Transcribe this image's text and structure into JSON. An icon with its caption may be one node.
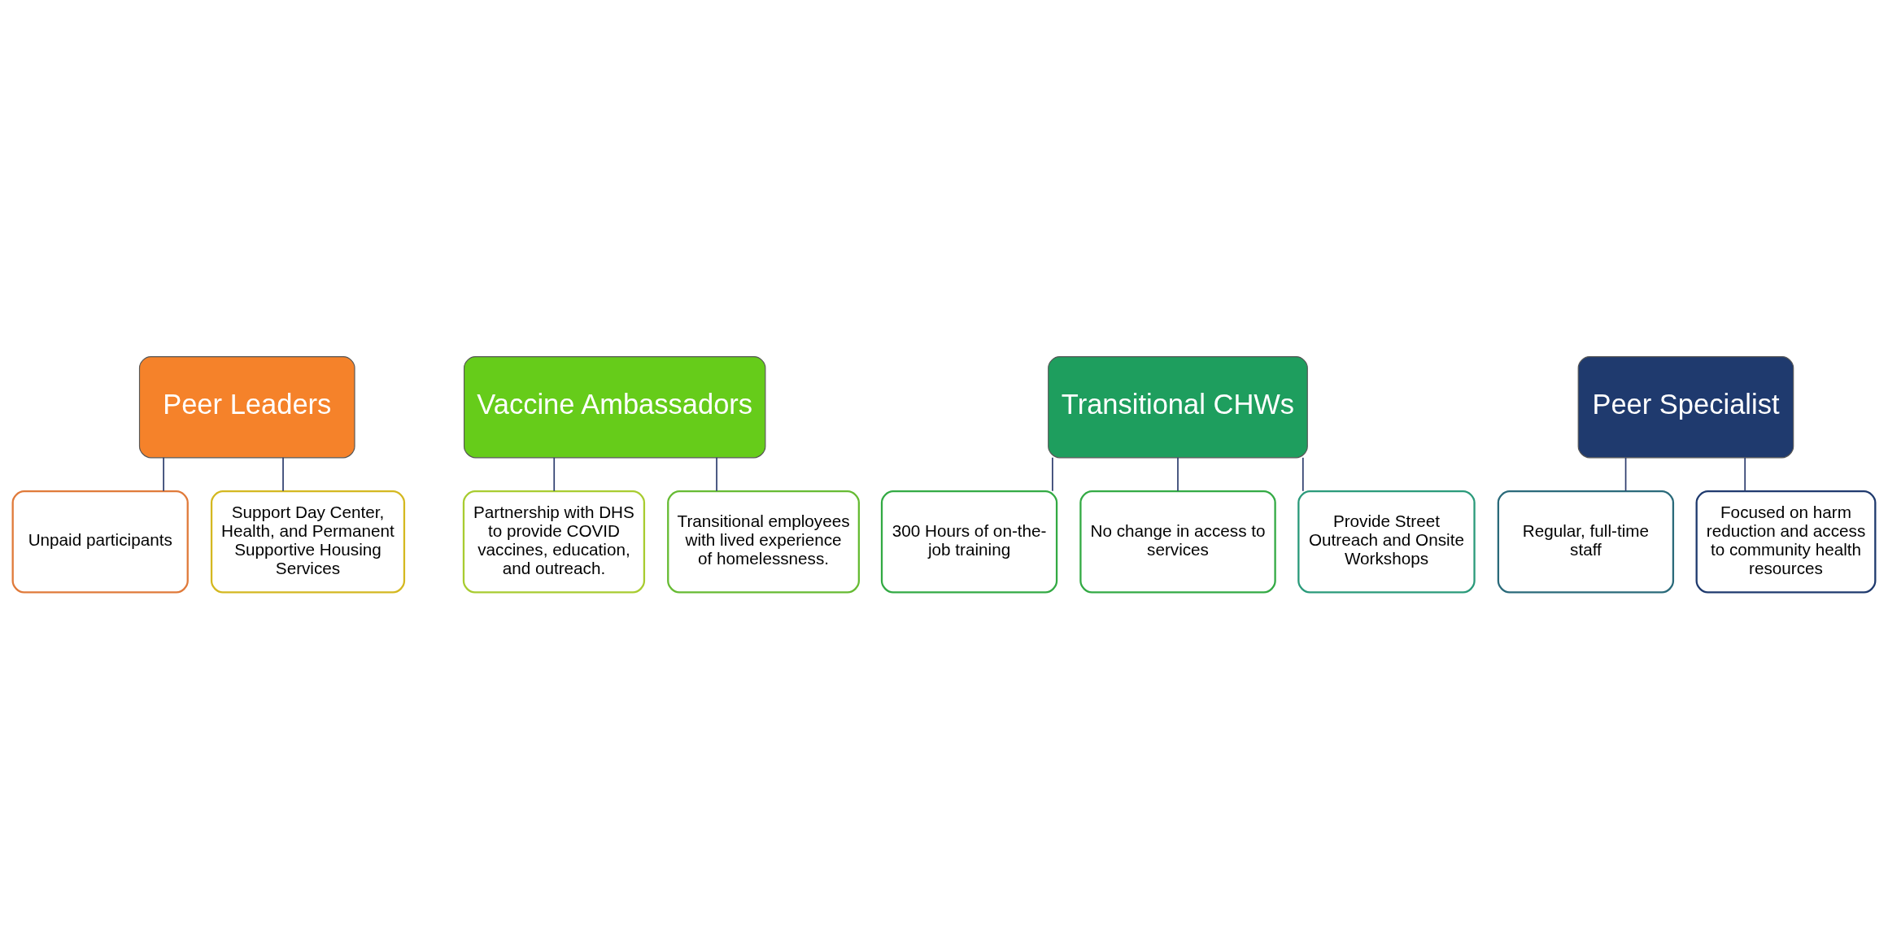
{
  "diagram": {
    "nodes": [
      {
        "text": [
          "Peer Leaders"
        ]
      },
      {
        "text": [
          "Unpaid participants"
        ]
      },
      {
        "text": [
          "Support Day Center, Health, and Permanent Supportive Housing Services"
        ]
      },
      {
        "text": [
          "Vaccine Ambassadors"
        ]
      },
      {
        "text": [
          "Partnership with DHS to provide COVID vaccines, education, and outreach."
        ]
      },
      {
        "text": [
          "Transitional employees with lived experience of homelessness."
        ]
      },
      {
        "text": [
          "Transitional CHWs"
        ]
      },
      {
        "text": [
          "300 Hours of on-the-job training"
        ]
      },
      {
        "text": [
          "No change in access to services"
        ]
      },
      {
        "text": [
          "Provide Street Outreach and Onsite Workshops"
        ]
      },
      {
        "text": [
          "Peer Specialist"
        ]
      },
      {
        "text": [
          "Regular, full-time staff"
        ]
      },
      {
        "text": [
          "Focused on harm reduction and access to community health resources"
        ]
      }
    ],
    "edges": [
      {
        "from": 0,
        "to": 1,
        "arrow": "none"
      },
      {
        "from": 0,
        "to": 2,
        "arrow": "none"
      },
      {
        "from": 3,
        "to": 4,
        "arrow": "none"
      },
      {
        "from": 3,
        "to": 5,
        "arrow": "none"
      },
      {
        "from": 6,
        "to": 7,
        "arrow": "none"
      },
      {
        "from": 6,
        "to": 8,
        "arrow": "none"
      },
      {
        "from": 6,
        "to": 9,
        "arrow": "none"
      },
      {
        "from": 10,
        "to": 11,
        "arrow": "none"
      },
      {
        "from": 10,
        "to": 12,
        "arrow": "none"
      }
    ]
  }
}
